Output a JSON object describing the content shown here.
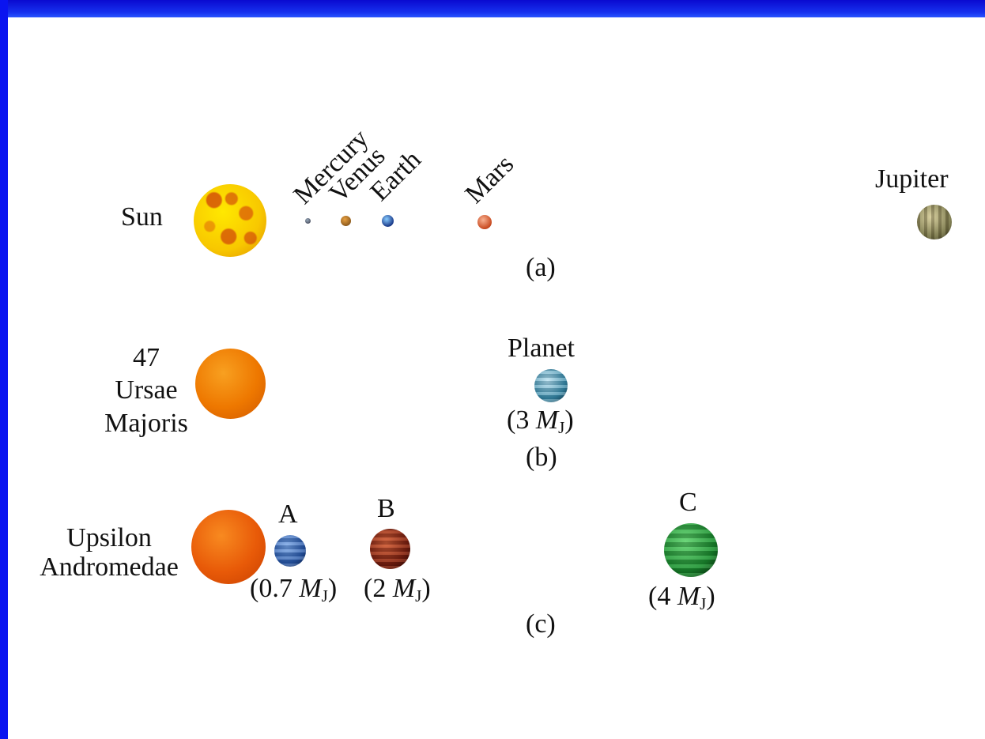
{
  "panel_a": {
    "sun_label": "Sun",
    "planet_labels": [
      "Mercury",
      "Venus",
      "Earth",
      "Mars",
      "Jupiter"
    ],
    "caption": "(a)"
  },
  "panel_b": {
    "star_label_lines": [
      "47",
      "Ursae",
      "Majoris"
    ],
    "planet_label": "Planet",
    "planet_mass": {
      "pre": "(3 ",
      "m": "M",
      "sub": "J",
      "post": ")"
    },
    "caption": "(b)"
  },
  "panel_c": {
    "star_label_lines": [
      "Upsilon",
      "Andromedae"
    ],
    "planets": [
      {
        "label": "A",
        "mass_pre": "(0.7 ",
        "mass_post": ")"
      },
      {
        "label": "B",
        "mass_pre": "(2 ",
        "mass_post": ")"
      },
      {
        "label": "C",
        "mass_pre": "(4 ",
        "mass_post": ")"
      }
    ],
    "mass_symbol": "M",
    "mass_sub": "J",
    "caption": "(c)"
  },
  "colors": {
    "frame": "#0a10e6",
    "background": "#ffffff",
    "sun": "#f8c800",
    "star_uma": "#ee7800",
    "star_ups": "#e85a08"
  }
}
